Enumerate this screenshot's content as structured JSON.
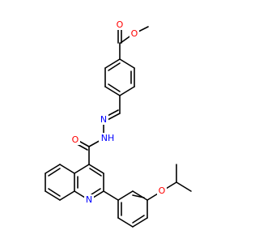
{
  "molecule": {
    "colors": {
      "bond": "#000000",
      "oxygen": "#ff0000",
      "nitrogen": "#0000ff",
      "background": "#ffffff"
    },
    "atom_labels": {
      "o_ester_carbonyl": "O",
      "o_ester_ether": "O",
      "n_imine": "N",
      "n_hydrazide_nh": "NH",
      "o_amide": "O",
      "n_quinoline": "N",
      "o_isopropoxy": "O"
    }
  }
}
